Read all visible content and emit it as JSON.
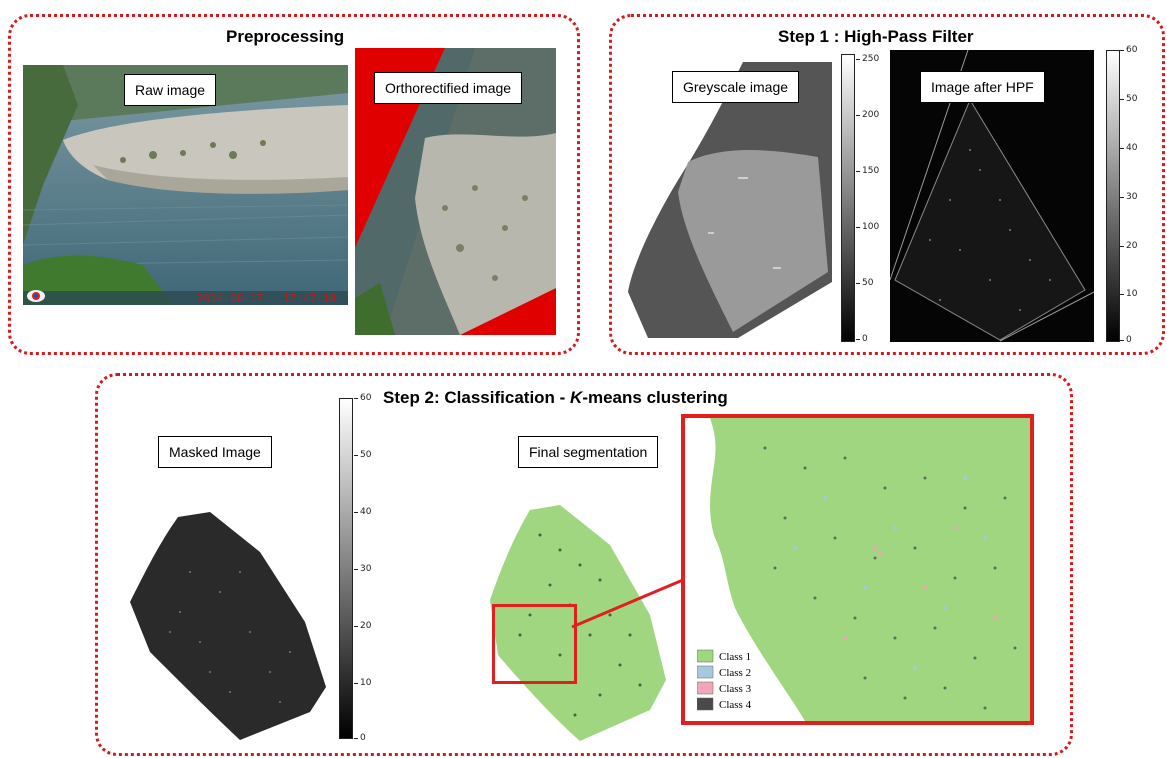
{
  "panels": {
    "preprocessing": {
      "title": "Preprocessing",
      "raw_label": "Raw image",
      "ortho_label": "Orthorectified image",
      "timestamp": "2014-08-17   17:47:18"
    },
    "step1": {
      "title": "Step 1 : High-Pass Filter",
      "grey_label": "Greyscale image",
      "hpf_label": "Image after HPF",
      "grey_ticks": [
        "250",
        "200",
        "150",
        "100",
        "50",
        "0"
      ],
      "hpf_ticks": [
        "60",
        "50",
        "40",
        "30",
        "20",
        "10",
        "0"
      ]
    },
    "step2": {
      "title_prefix": "Step 2: Classification - ",
      "title_k": "K",
      "title_suffix": "-means clustering",
      "masked_label": "Masked Image",
      "final_label": "Final segmentation",
      "masked_ticks": [
        "60",
        "50",
        "40",
        "30",
        "20",
        "10",
        "0"
      ],
      "legend": [
        {
          "label": "Class 1",
          "color": "#9fd67f"
        },
        {
          "label": "Class 2",
          "color": "#a8c8e0"
        },
        {
          "label": "Class 3",
          "color": "#f0a6b8"
        },
        {
          "label": "Class 4",
          "color": "#4a4a4a"
        }
      ]
    }
  },
  "colors": {
    "accent": "#d21b1b",
    "class1_green": "#9fd67f"
  }
}
